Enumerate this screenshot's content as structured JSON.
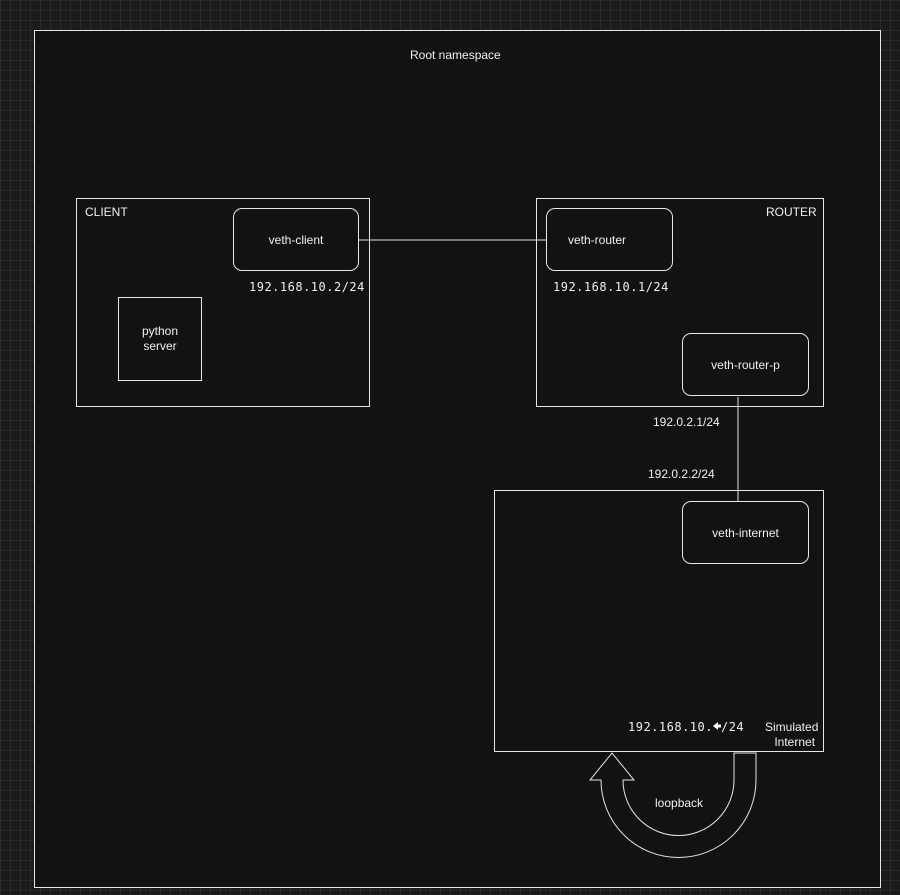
{
  "root": {
    "label": "Root namespace"
  },
  "client": {
    "label": "CLIENT",
    "veth": "veth-client",
    "ip": "192.168.10.2/24",
    "server_line1": "python",
    "server_line2": "server"
  },
  "router": {
    "label": "ROUTER",
    "veth": "veth-router",
    "ip": "192.168.10.1/24",
    "veth_p": "veth-router-p",
    "ip_p": "192.0.2.1/24"
  },
  "internet": {
    "label_line1": "Simulated",
    "label_line2": "Internet",
    "veth": "veth-internet",
    "ip_veth": "192.0.2.2/24",
    "ip_prefix": "192.168.10.",
    "ip_suffix": "/24",
    "loopback": "loopback"
  },
  "colors": {
    "background": "#121212",
    "stroke": "#e6e6e6",
    "text": "#f0f0f0"
  }
}
